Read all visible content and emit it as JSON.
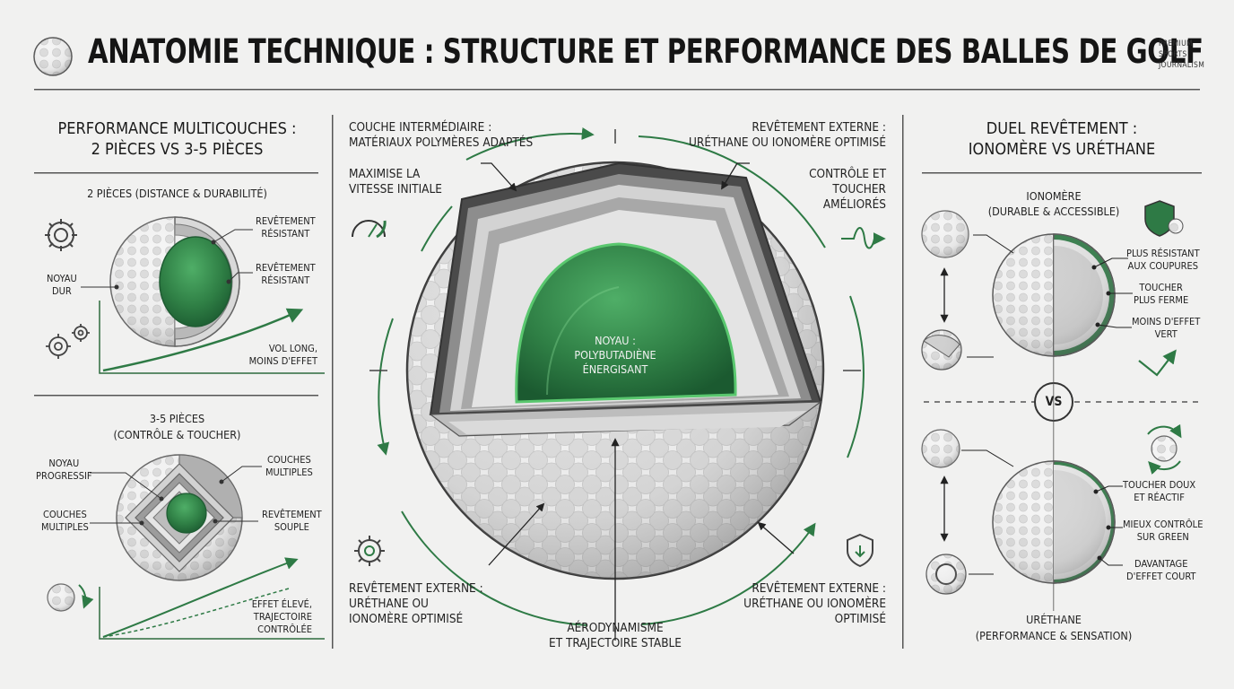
{
  "header": {
    "title": "ANATOMIE TECHNIQUE : STRUCTURE ET PERFORMANCE DES BALLES DE GOLF",
    "brand": "PREMIUM\nSPORTS\nJOURNALISM",
    "logo_icon": "golf-ball-icon"
  },
  "left": {
    "title": "PERFORMANCE MULTICOUCHES :\n2 PIÈCES VS 3-5 PIÈCES",
    "two_piece": {
      "title": "2 PIÈCES (DISTANCE & DURABILITÉ)",
      "cover1": "REVÊTEMENT\nRÉSISTANT",
      "cover2": "REVÊTEMENT\nRÉSISTANT",
      "core": "NOYAU\nDUR",
      "result": "VOL LONG,\nMOINS D'EFFET"
    },
    "multi_piece": {
      "title": "3-5 PIÈCES\n(CONTRÔLE & TOUCHER)",
      "core": "NOYAU\nPROGRESSIF",
      "layers_left": "COUCHES\nMULTIPLES",
      "layers_right": "COUCHES\nMULTIPLES",
      "cover": "REVÊTEMENT\nSOUPLE",
      "result": "EFFET ÉLEVÉ,\nTRAJECTOIRE\nCONTRÔLÉE"
    }
  },
  "center": {
    "top_left": "COUCHE INTERMÉDIAIRE :\nMATÉRIAUX POLYMÈRES ADAPTÉS",
    "top_right": "REVÊTEMENT EXTERNE :\nURÉTHANE OU IONOMÈRE OPTIMISÉ",
    "speed": "MAXIMISE LA\nVITESSE INITIALE",
    "control": "CONTRÔLE ET\nTOUCHER\nAMÉLIORÉS",
    "core": "NOYAU :\nPOLYBUTADIÈNE\nÉNERGISANT",
    "bottom_left": "REVÊTEMENT EXTERNE :\nURÉTHANE OU\nIONOMÈRE OPTIMISÉ",
    "bottom_right": "REVÊTEMENT EXTERNE :\nURÉTHANE OU IONOMÈRE\nOPTIMISÉ",
    "bottom_center": "AÉRODYNAMISME\nET TRAJECTOIRE STABLE"
  },
  "right": {
    "title": "DUEL REVÊTEMENT :\nIONOMÈRE VS URÉTHANE",
    "ionomer": {
      "title": "IONOMÈRE\n(DURABLE & ACCESSIBLE)",
      "f1": "PLUS RÉSISTANT\nAUX COUPURES",
      "f2": "TOUCHER\nPLUS FERME",
      "f3": "MOINS D'EFFET\nVERT"
    },
    "vs": "VS",
    "urethane": {
      "title": "URÉTHANE\n(PERFORMANCE & SENSATION)",
      "f1": "TOUCHER DOUX\nET RÉACTIF",
      "f2": "MIEUX CONTRÔLE\nSUR GREEN",
      "f3": "DAVANTAGE\nD'EFFET COURT"
    }
  },
  "colors": {
    "accent": "#2e7a45",
    "accent_dark": "#1f5c33",
    "core_light": "#4caf62",
    "ink": "#1d1d1d",
    "background": "#f1f1f0"
  }
}
